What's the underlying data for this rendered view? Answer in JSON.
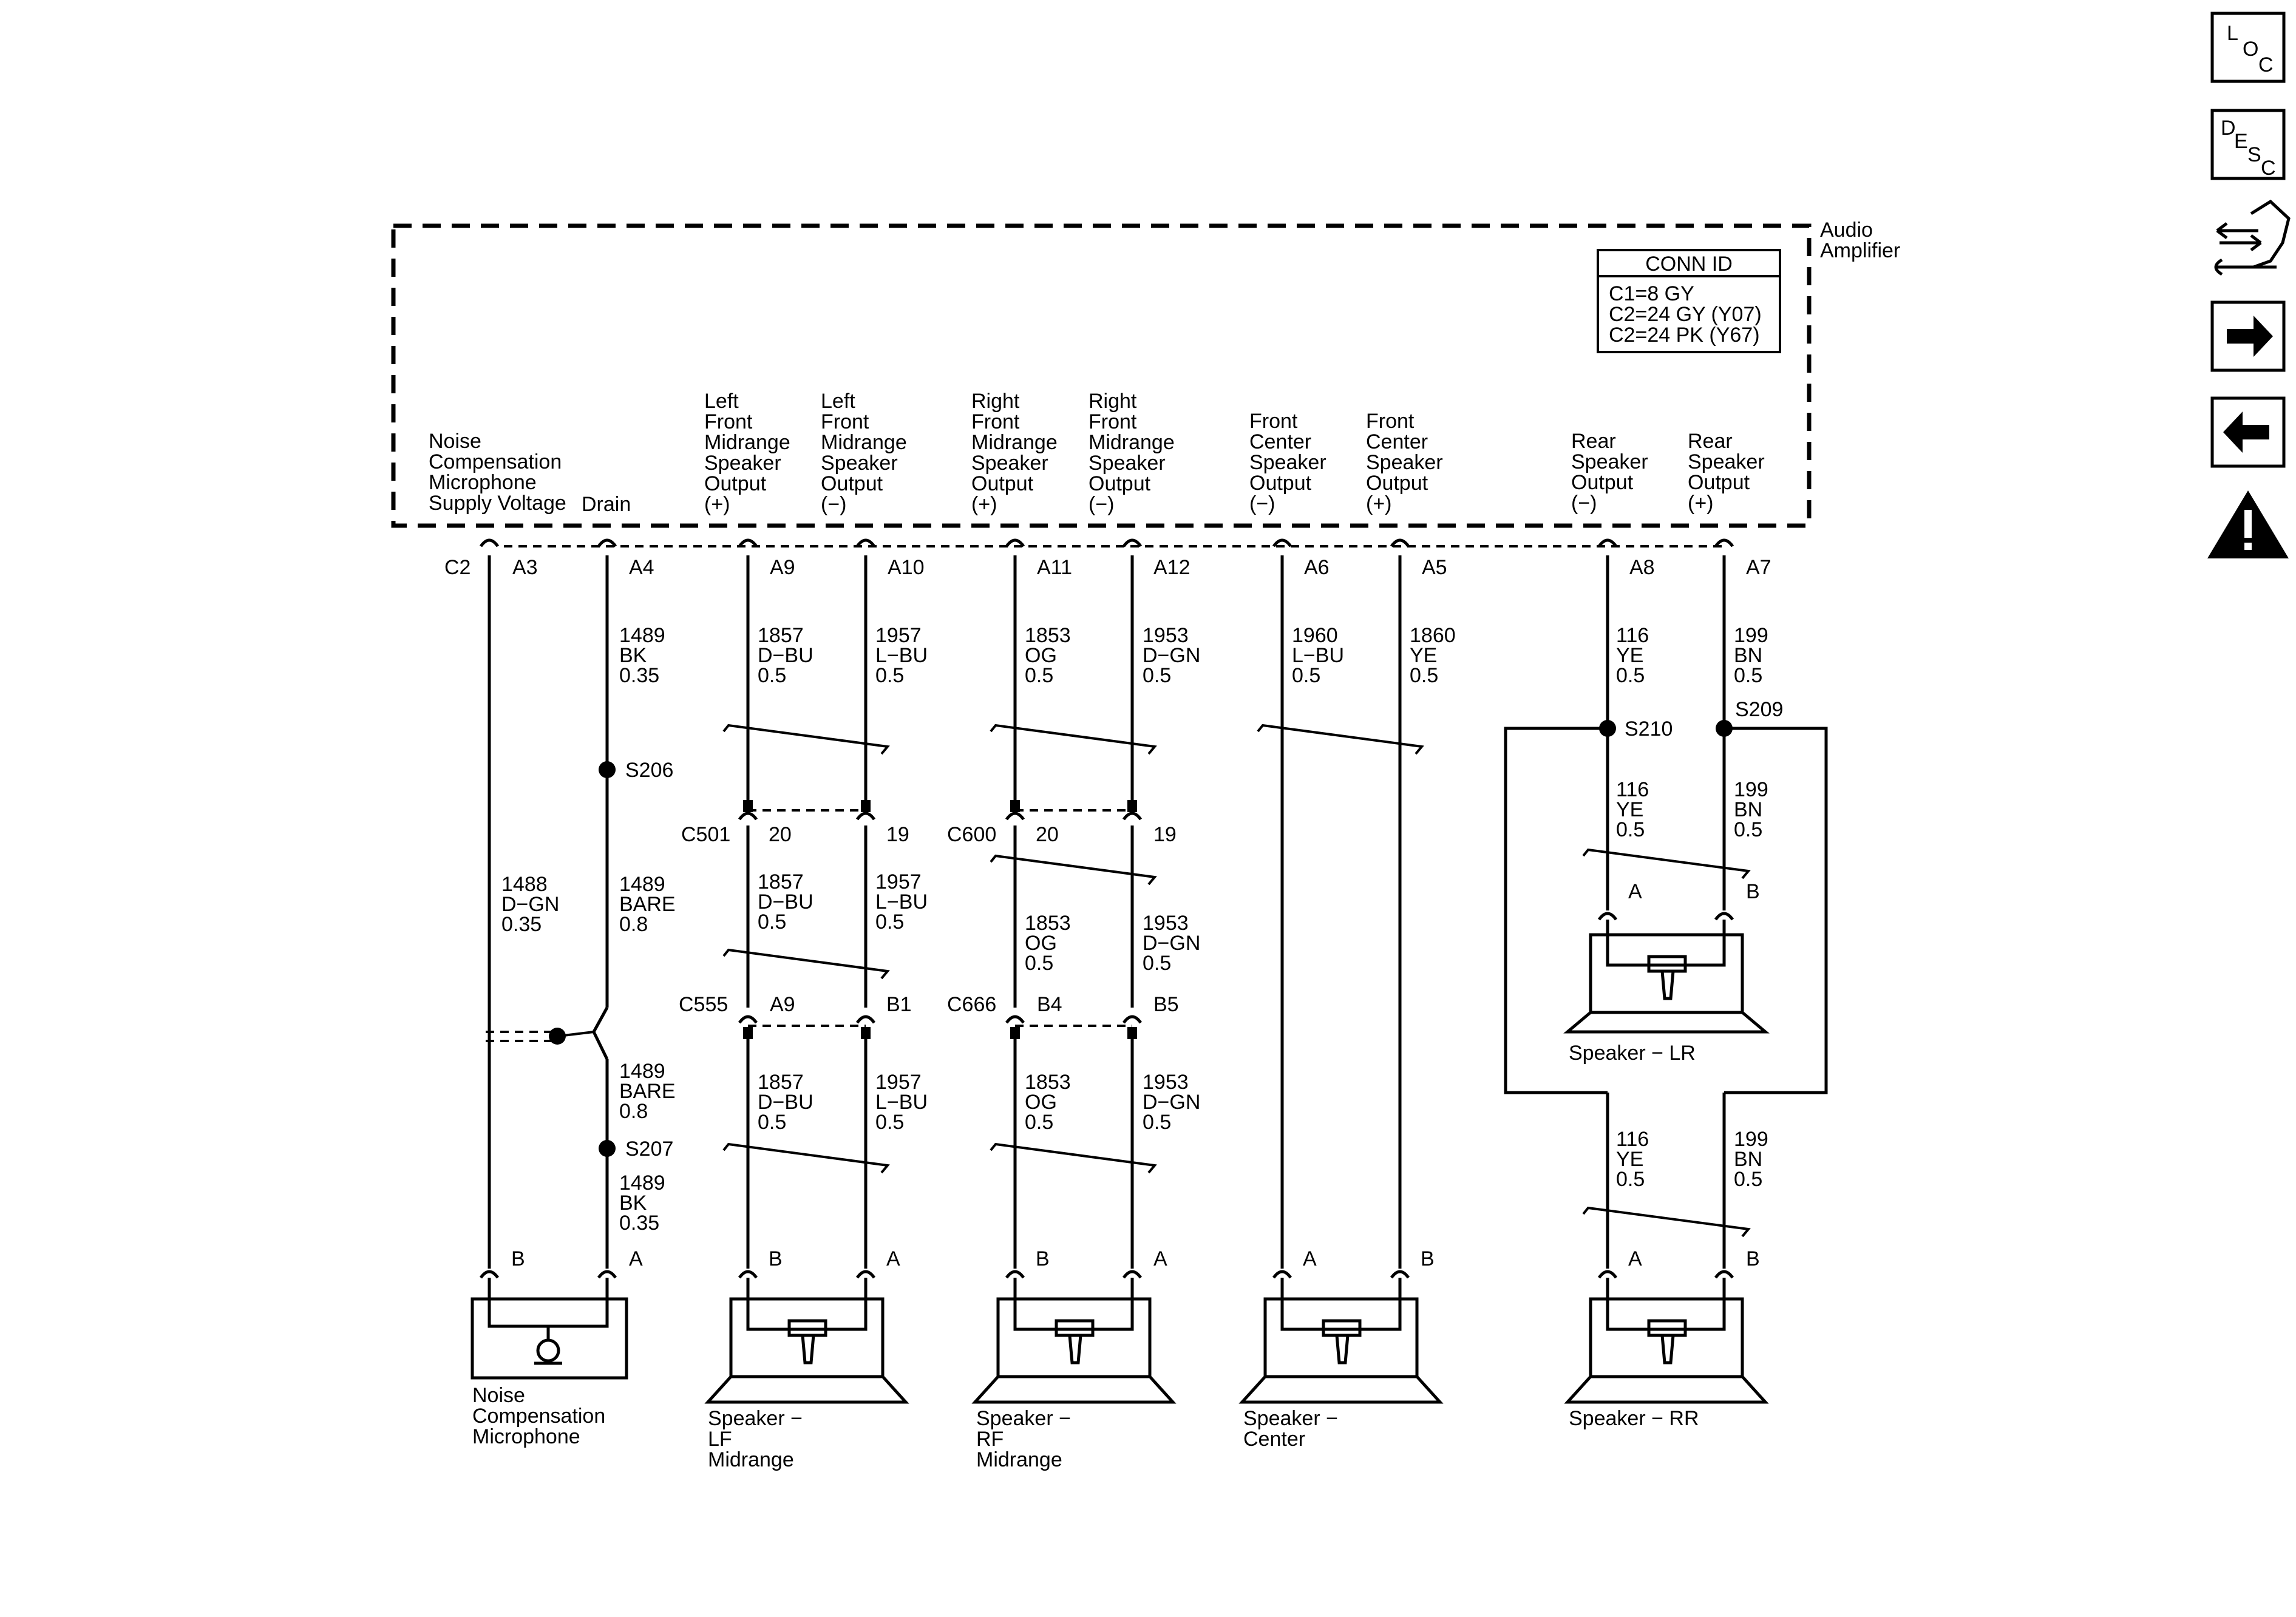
{
  "amplifier": {
    "label": [
      "Audio",
      "Amplifier"
    ]
  },
  "conn_id": {
    "title": "CONN ID",
    "lines": [
      "C1=8 GY",
      "C2=24 GY (Y07)",
      "C2=24 PK (Y67)"
    ]
  },
  "connector_main": "C2",
  "outputs": [
    {
      "id": "mic_supply",
      "label": [
        "Noise",
        "Compensation",
        "Microphone",
        "Supply Voltage"
      ]
    },
    {
      "id": "drain",
      "label": [
        "Drain"
      ]
    },
    {
      "id": "lf_pos",
      "label": [
        "Left",
        "Front",
        "Midrange",
        "Speaker",
        "Output",
        "(+)"
      ]
    },
    {
      "id": "lf_neg",
      "label": [
        "Left",
        "Front",
        "Midrange",
        "Speaker",
        "Output",
        "(−)"
      ]
    },
    {
      "id": "rf_pos",
      "label": [
        "Right",
        "Front",
        "Midrange",
        "Speaker",
        "Output",
        "(+)"
      ]
    },
    {
      "id": "rf_neg",
      "label": [
        "Right",
        "Front",
        "Midrange",
        "Speaker",
        "Output",
        "(−)"
      ]
    },
    {
      "id": "ctr_neg",
      "label": [
        "Front",
        "Center",
        "Speaker",
        "Output",
        "(−)"
      ]
    },
    {
      "id": "ctr_pos",
      "label": [
        "Front",
        "Center",
        "Speaker",
        "Output",
        "(+)"
      ]
    },
    {
      "id": "rear_neg",
      "label": [
        "Rear",
        "Speaker",
        "Output",
        "(−)"
      ]
    },
    {
      "id": "rear_pos",
      "label": [
        "Rear",
        "Speaker",
        "Output",
        "(+)"
      ]
    }
  ],
  "pins": [
    "A3",
    "A4",
    "A9",
    "A10",
    "A11",
    "A12",
    "A6",
    "A5",
    "A8",
    "A7"
  ],
  "wires_top": [
    [
      "1489",
      "BK",
      "0.35"
    ],
    [
      "1857",
      "D−BU",
      "0.5"
    ],
    [
      "1957",
      "L−BU",
      "0.5"
    ],
    [
      "1853",
      "OG",
      "0.5"
    ],
    [
      "1953",
      "D−GN",
      "0.5"
    ],
    [
      "1960",
      "L−BU",
      "0.5"
    ],
    [
      "1860",
      "YE",
      "0.5"
    ],
    [
      "116",
      "YE",
      "0.5"
    ],
    [
      "199",
      "BN",
      "0.5"
    ]
  ],
  "wire_mic": [
    "1488",
    "D−GN",
    "0.35"
  ],
  "wire_drain_mid": [
    "1489",
    "BARE",
    "0.8"
  ],
  "wire_drain_low1": [
    "1489",
    "BARE",
    "0.8"
  ],
  "wire_drain_low2": [
    "1489",
    "BK",
    "0.35"
  ],
  "splices": [
    "S206",
    "S207",
    "S210",
    "S209"
  ],
  "inline_connectors": {
    "c501": {
      "name": "C501",
      "pins": [
        "20",
        "19"
      ]
    },
    "c600": {
      "name": "C600",
      "pins": [
        "20",
        "19"
      ]
    },
    "c555": {
      "name": "C555",
      "pins": [
        "A9",
        "B1"
      ]
    },
    "c666": {
      "name": "C666",
      "pins": [
        "B4",
        "B5"
      ]
    }
  },
  "wires_mid": [
    [
      "1857",
      "D−BU",
      "0.5"
    ],
    [
      "1957",
      "L−BU",
      "0.5"
    ],
    [
      "1853",
      "OG",
      "0.5"
    ],
    [
      "1953",
      "D−GN",
      "0.5"
    ]
  ],
  "wires_low": [
    [
      "1857",
      "D−BU",
      "0.5"
    ],
    [
      "1957",
      "L−BU",
      "0.5"
    ],
    [
      "1853",
      "OG",
      "0.5"
    ],
    [
      "1953",
      "D−GN",
      "0.5"
    ]
  ],
  "wires_rear_mid": [
    [
      "116",
      "YE",
      "0.5"
    ],
    [
      "199",
      "BN",
      "0.5"
    ]
  ],
  "wires_rear_low": [
    [
      "116",
      "YE",
      "0.5"
    ],
    [
      "199",
      "BN",
      "0.5"
    ]
  ],
  "device_pins": {
    "mic": [
      "B",
      "A"
    ],
    "lf": [
      "B",
      "A"
    ],
    "rf": [
      "B",
      "A"
    ],
    "ctr": [
      "A",
      "B"
    ],
    "lr": [
      "A",
      "B"
    ],
    "rr": [
      "A",
      "B"
    ]
  },
  "devices": {
    "mic": [
      "Noise",
      "Compensation",
      "Microphone"
    ],
    "lf": [
      "Speaker −",
      "LF",
      "Midrange"
    ],
    "rf": [
      "Speaker −",
      "RF",
      "Midrange"
    ],
    "ctr": [
      "Speaker −",
      "Center"
    ],
    "lr": [
      "Speaker − LR"
    ],
    "rr": [
      "Speaker − RR"
    ]
  },
  "nav": {
    "loc": [
      "L",
      "O",
      "C"
    ],
    "desc": [
      "D",
      "E",
      "S",
      "C"
    ],
    "icons": [
      "loc-icon",
      "desc-icon",
      "connector-tool-icon",
      "next-arrow-icon",
      "previous-arrow-icon",
      "caution-icon"
    ]
  }
}
